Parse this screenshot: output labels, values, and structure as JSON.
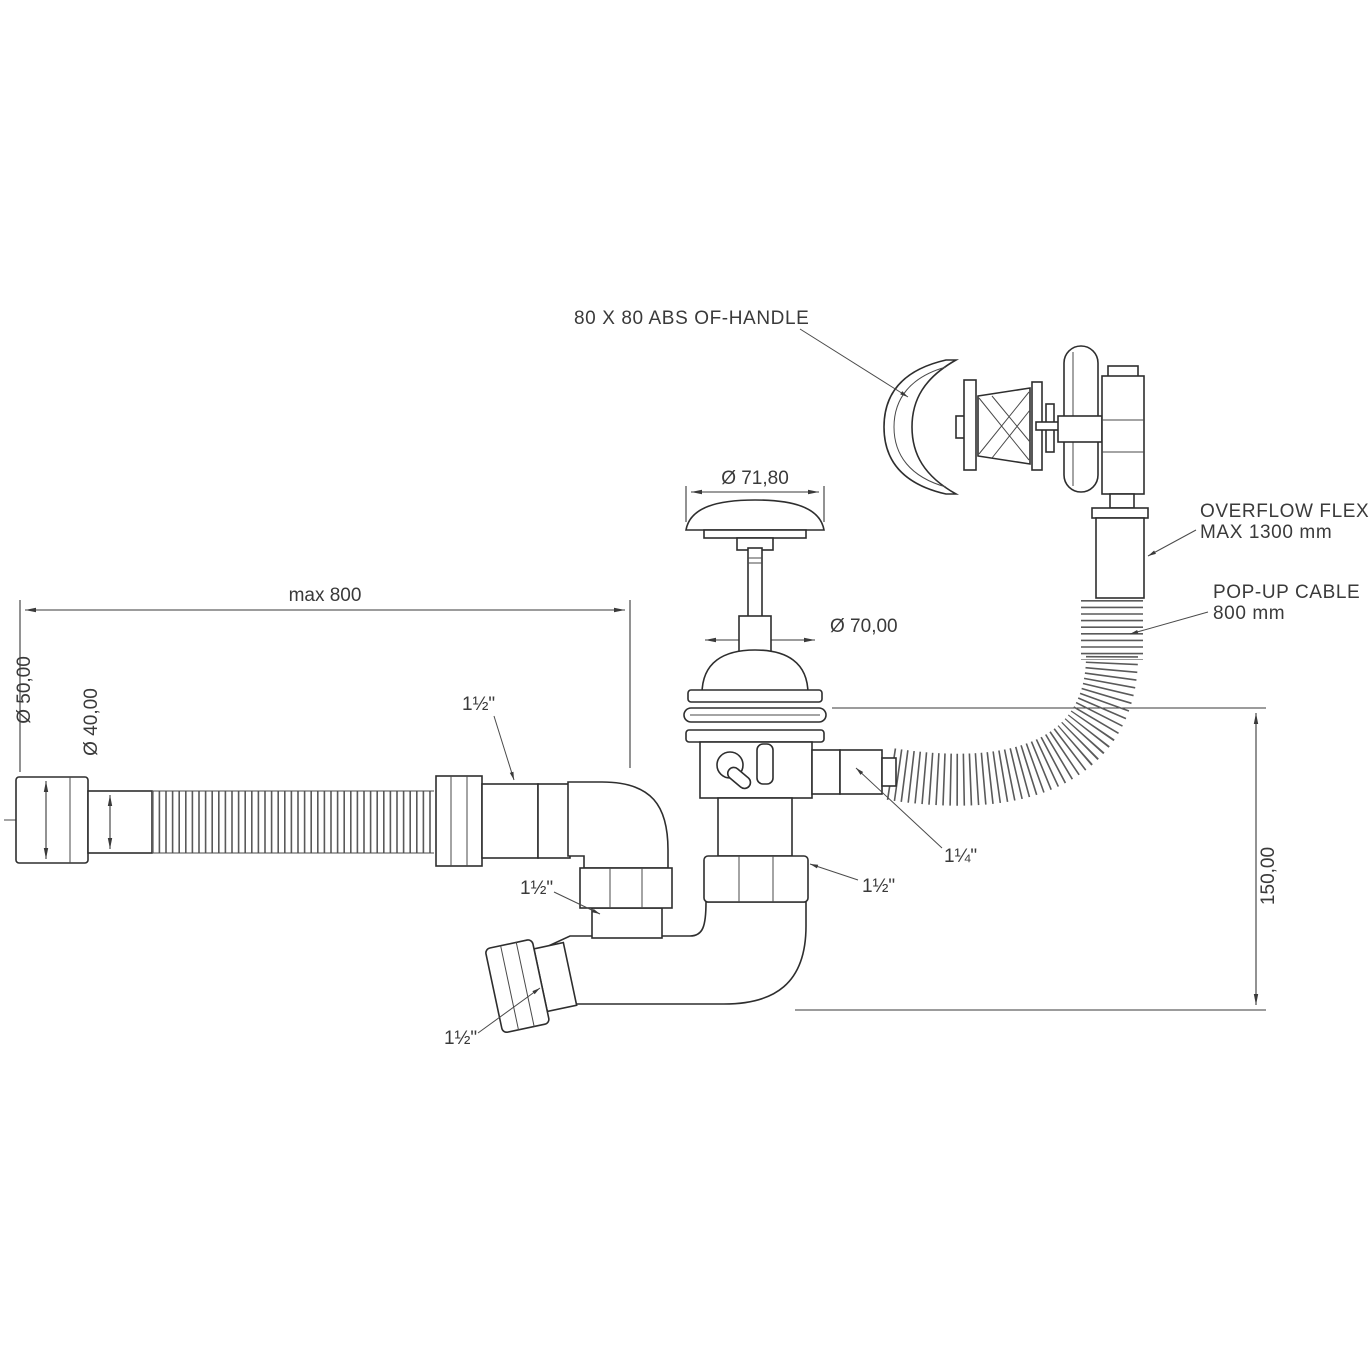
{
  "drawing": {
    "callouts": {
      "handle": "80 X 80 ABS OF-HANDLE",
      "overflow_flex_1": "OVERFLOW FLEX:",
      "overflow_flex_2": "MAX 1300 mm",
      "popup_cable_1": "POP-UP CABLE",
      "popup_cable_2": "800 mm"
    },
    "dims": {
      "cap": "Ø 71,80",
      "flange": "Ø 70,00",
      "max_len": "max 800",
      "d50": "Ø 50,00",
      "d40": "Ø 40,00",
      "h150": "150,00",
      "t15_a": "1½\"",
      "t15_b": "1½\"",
      "t15_c": "1½\"",
      "t15_d": "1½\"",
      "t125": "1¼\""
    }
  }
}
